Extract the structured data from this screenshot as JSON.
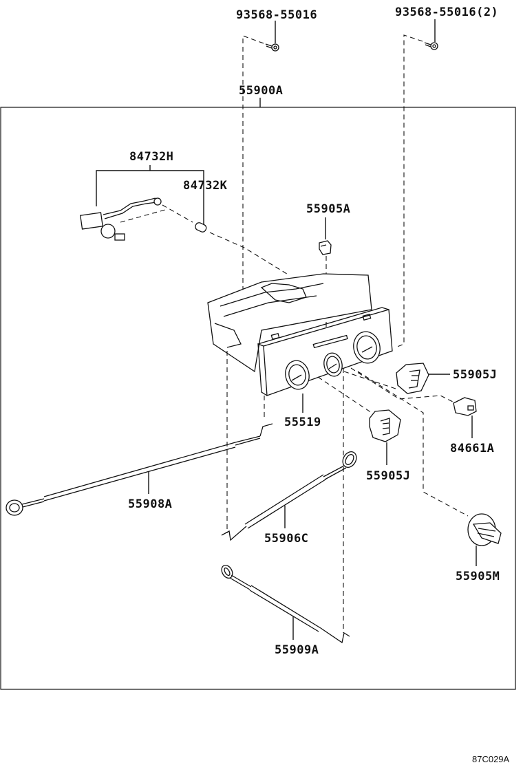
{
  "diagram": {
    "title": "Heater control assembly exploded parts diagram",
    "figure_code": "87C029A",
    "callouts": {
      "screw_left": "93568-55016",
      "screw_right": "93568-55016(2)",
      "control_assembly": "55900A",
      "bulb_socket_assy": "84732H",
      "bulb": "84732K",
      "knob_small": "55905A",
      "knob_right": "55905J",
      "switch": "84661A",
      "panel": "55519",
      "knob_lower": "55905J",
      "cable_air_mix": "55908A",
      "cable_mode": "55906C",
      "knob_mode": "55905M",
      "cable_fresh": "55909A"
    }
  }
}
